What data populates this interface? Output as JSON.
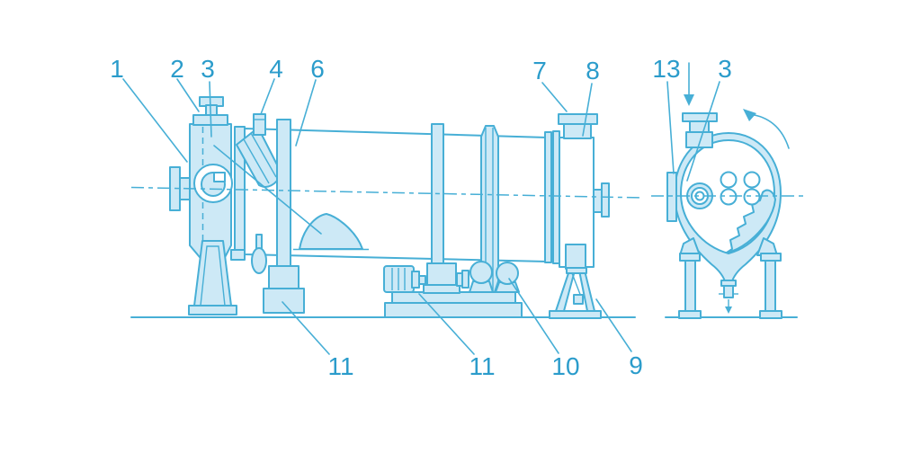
{
  "diagram_type": "rotary-drum-dryer-technical-drawing",
  "colors": {
    "line": "#47AFD6",
    "fill": "#CDE9F6",
    "label": "#2B9CCB",
    "background": "#FFFFFF"
  },
  "callouts": [
    {
      "id": "c1",
      "text": "1"
    },
    {
      "id": "c2",
      "text": "2"
    },
    {
      "id": "c3",
      "text": "3"
    },
    {
      "id": "c4",
      "text": "4"
    },
    {
      "id": "c6",
      "text": "6"
    },
    {
      "id": "c7",
      "text": "7"
    },
    {
      "id": "c8",
      "text": "8"
    },
    {
      "id": "c13",
      "text": "13"
    },
    {
      "id": "c3b",
      "text": "3"
    },
    {
      "id": "c11a",
      "text": "11"
    },
    {
      "id": "c11b",
      "text": "11"
    },
    {
      "id": "c10",
      "text": "10"
    },
    {
      "id": "c9",
      "text": "9"
    }
  ],
  "icons": {
    "feed_arrow": "down-arrow",
    "discharge_arrow": "down-arrow",
    "rotation_arrow": "counterclockwise-arc-arrow"
  }
}
